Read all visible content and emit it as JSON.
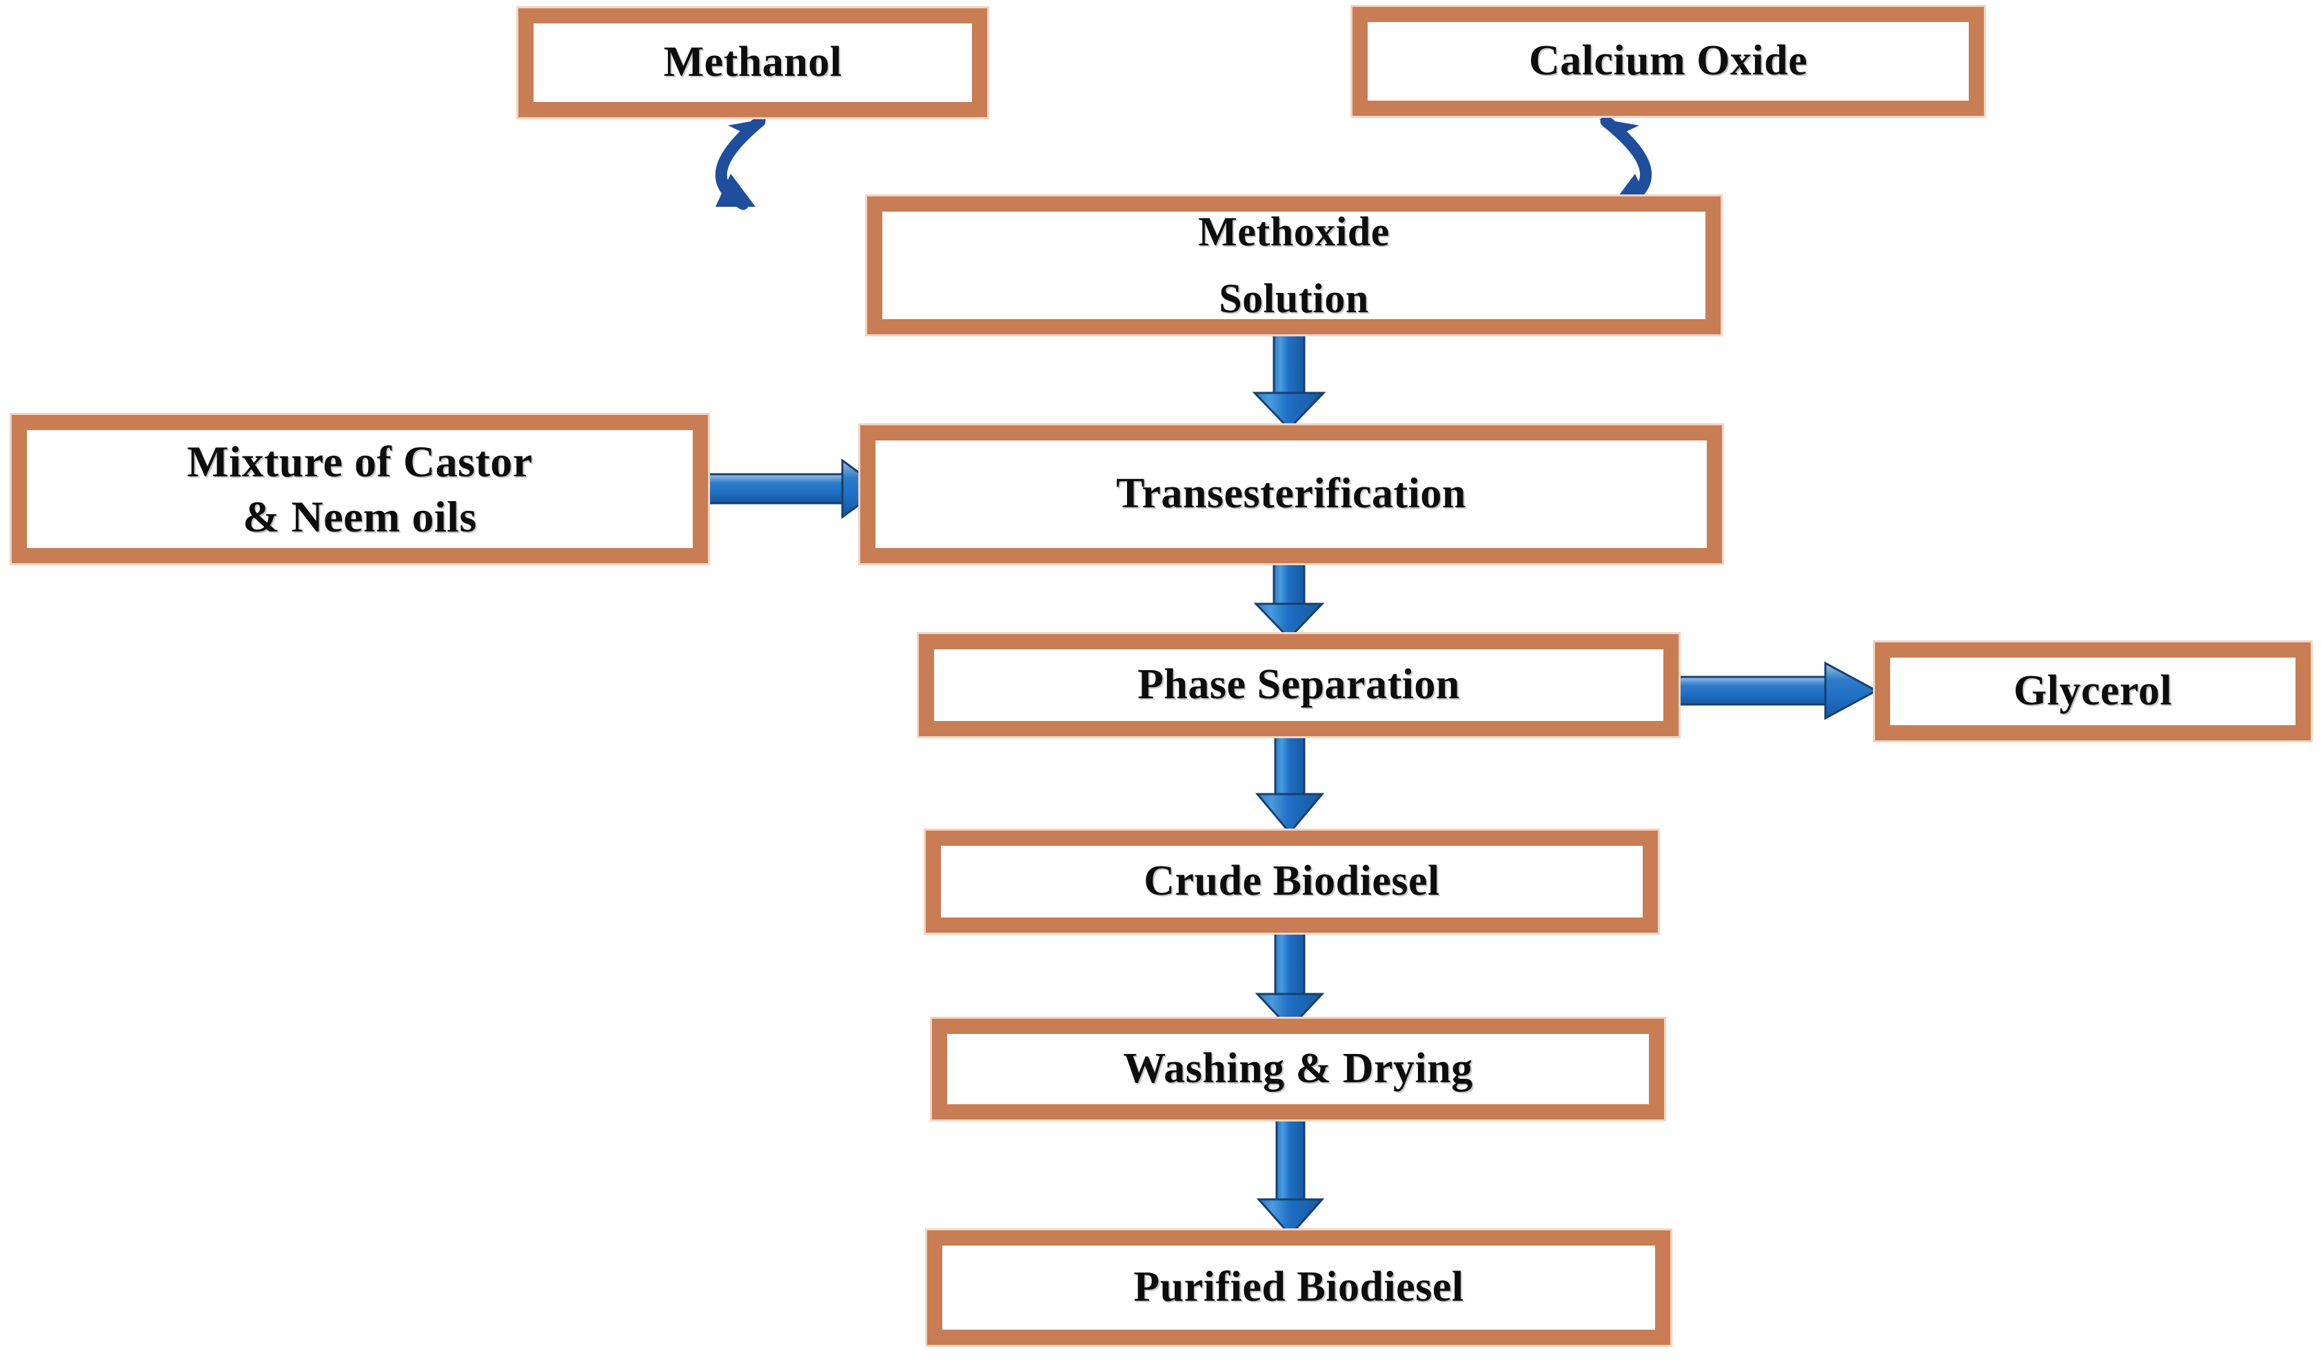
{
  "diagram": {
    "title": "Biodiesel production process flowchart",
    "type": "process-flowchart",
    "colors": {
      "box_border": "#C87D54",
      "box_fill": "#FFFFFF",
      "arrow": "#1F6FC4",
      "arrow_dark": "#1F3F72",
      "text": "#0D0D0D",
      "background": "#FFFFFF"
    },
    "nodes": [
      {
        "id": "methanol",
        "label": "Methanol"
      },
      {
        "id": "calcium_oxide",
        "label": "Calcium Oxide"
      },
      {
        "id": "methoxide",
        "label": "Methoxide\nSolution"
      },
      {
        "id": "mixture",
        "label": "Mixture of Castor\n& Neem oils"
      },
      {
        "id": "transesterification",
        "label": "Transesterification"
      },
      {
        "id": "phase_separation",
        "label": "Phase Separation"
      },
      {
        "id": "glycerol",
        "label": "Glycerol"
      },
      {
        "id": "crude_biodiesel",
        "label": "Crude Biodiesel"
      },
      {
        "id": "washing_drying",
        "label": "Washing & Drying"
      },
      {
        "id": "purified_biodiesel",
        "label": "Purified Biodiesel"
      }
    ],
    "edges": [
      {
        "from": "methanol",
        "to": "methoxide",
        "style": "curved-arrow",
        "direction": "down"
      },
      {
        "from": "calcium_oxide",
        "to": "methoxide",
        "style": "curved-arrow",
        "direction": "down"
      },
      {
        "from": "methoxide",
        "to": "transesterification",
        "style": "block-arrow",
        "direction": "down"
      },
      {
        "from": "mixture",
        "to": "transesterification",
        "style": "block-arrow",
        "direction": "right"
      },
      {
        "from": "transesterification",
        "to": "phase_separation",
        "style": "block-arrow",
        "direction": "down"
      },
      {
        "from": "phase_separation",
        "to": "glycerol",
        "style": "block-arrow",
        "direction": "right"
      },
      {
        "from": "phase_separation",
        "to": "crude_biodiesel",
        "style": "block-arrow",
        "direction": "down"
      },
      {
        "from": "crude_biodiesel",
        "to": "washing_drying",
        "style": "block-arrow",
        "direction": "down"
      },
      {
        "from": "washing_drying",
        "to": "purified_biodiesel",
        "style": "block-arrow",
        "direction": "down"
      }
    ]
  }
}
